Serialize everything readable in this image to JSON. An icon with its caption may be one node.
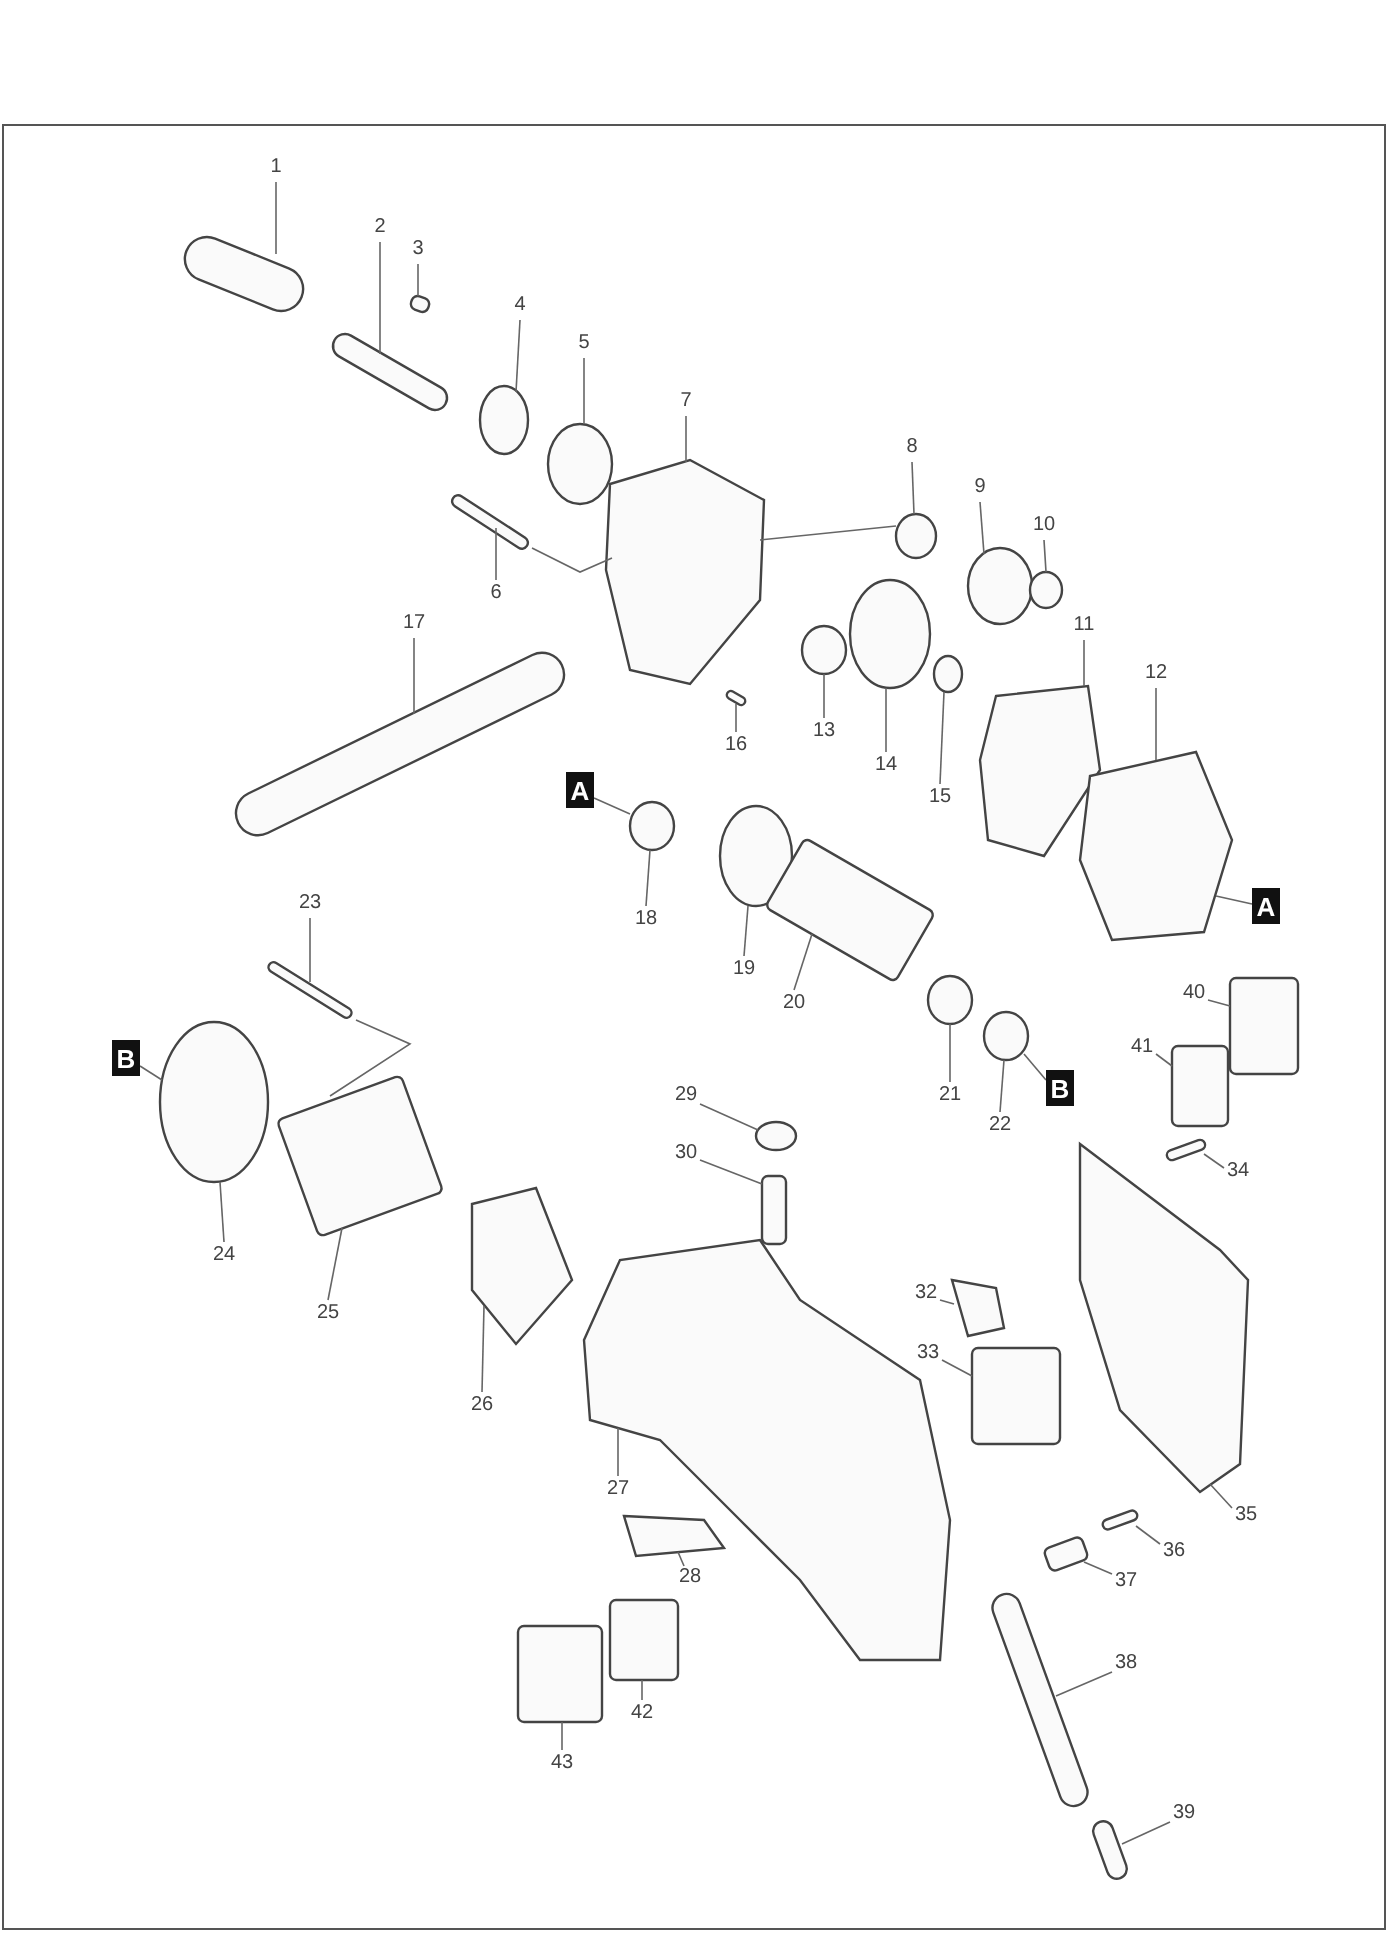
{
  "diagram": {
    "nodes": [
      {
        "text": [
          "1"
        ]
      },
      {
        "text": [
          "2"
        ]
      },
      {
        "text": [
          "3"
        ]
      },
      {
        "text": [
          "4"
        ]
      },
      {
        "text": [
          "5"
        ]
      },
      {
        "text": [
          "6"
        ]
      },
      {
        "text": [
          "7"
        ]
      },
      {
        "text": [
          "8"
        ]
      },
      {
        "text": [
          "9"
        ]
      },
      {
        "text": [
          "10"
        ]
      },
      {
        "text": [
          "11"
        ]
      },
      {
        "text": [
          "12"
        ]
      },
      {
        "text": [
          "13"
        ]
      },
      {
        "text": [
          "14"
        ]
      },
      {
        "text": [
          "15"
        ]
      },
      {
        "text": [
          "16"
        ]
      },
      {
        "text": [
          "17"
        ]
      },
      {
        "text": [
          "18"
        ]
      },
      {
        "text": [
          "19"
        ]
      },
      {
        "text": [
          "20"
        ]
      },
      {
        "text": [
          "21"
        ]
      },
      {
        "text": [
          "22"
        ]
      },
      {
        "text": [
          "23"
        ]
      },
      {
        "text": [
          "24"
        ]
      },
      {
        "text": [
          "25"
        ]
      },
      {
        "text": [
          "26"
        ]
      },
      {
        "text": [
          "27"
        ]
      },
      {
        "text": [
          "28"
        ]
      },
      {
        "text": [
          "29"
        ]
      },
      {
        "text": [
          "30"
        ]
      },
      {
        "text": [
          "32"
        ]
      },
      {
        "text": [
          "33"
        ]
      },
      {
        "text": [
          "34"
        ]
      },
      {
        "text": [
          "35"
        ]
      },
      {
        "text": [
          "36"
        ]
      },
      {
        "text": [
          "37"
        ]
      },
      {
        "text": [
          "38"
        ]
      },
      {
        "text": [
          "39"
        ]
      },
      {
        "text": [
          "40"
        ]
      },
      {
        "text": [
          "41"
        ]
      },
      {
        "text": [
          "42"
        ]
      },
      {
        "text": [
          "43"
        ]
      },
      {
        "text": [],
        "shape": "bar"
      },
      {
        "text": [],
        "shape": "bar"
      },
      {
        "text": [],
        "shape": "box"
      },
      {
        "text": [],
        "shape": "circle"
      },
      {
        "text": [],
        "shape": "circle"
      },
      {
        "text": [],
        "shape": "bar"
      },
      {
        "text": [],
        "shape": "picture"
      },
      {
        "text": [],
        "shape": "circle"
      },
      {
        "text": [],
        "shape": "circle"
      },
      {
        "text": [],
        "shape": "circle"
      },
      {
        "text": [],
        "shape": "picture"
      },
      {
        "text": [],
        "shape": "picture"
      },
      {
        "text": [],
        "shape": "circle"
      },
      {
        "text": [],
        "shape": "circle"
      },
      {
        "text": [],
        "shape": "circle"
      },
      {
        "text": [],
        "shape": "bar"
      },
      {
        "text": [],
        "shape": "bar"
      },
      {
        "text": [],
        "shape": "circle"
      },
      {
        "text": [],
        "shape": "circle"
      },
      {
        "text": [],
        "shape": "box"
      },
      {
        "text": [],
        "shape": "circle"
      },
      {
        "text": [],
        "shape": "circle"
      },
      {
        "text": [],
        "shape": "bar"
      },
      {
        "text": [],
        "shape": "circle"
      },
      {
        "text": [],
        "shape": "box"
      },
      {
        "text": [],
        "shape": "picture"
      },
      {
        "text": [],
        "shape": "picture"
      },
      {
        "text": [],
        "shape": "picture"
      },
      {
        "text": [],
        "shape": "circle"
      },
      {
        "text": [],
        "shape": "box"
      },
      {
        "text": [],
        "shape": "picture"
      },
      {
        "text": [],
        "shape": "box"
      },
      {
        "text": [],
        "shape": "bar"
      },
      {
        "text": [],
        "shape": "picture"
      },
      {
        "text": [],
        "shape": "bar"
      },
      {
        "text": [],
        "shape": "box"
      },
      {
        "text": [],
        "shape": "bar"
      },
      {
        "text": [],
        "shape": "bar"
      },
      {
        "text": [],
        "shape": "box"
      },
      {
        "text": [],
        "shape": "box"
      },
      {
        "text": [],
        "shape": "box"
      },
      {
        "text": [],
        "shape": "box"
      },
      {
        "text": [
          "A"
        ]
      },
      {
        "text": [
          "A"
        ]
      },
      {
        "text": [
          "B"
        ]
      },
      {
        "text": [
          "B"
        ]
      }
    ],
    "edges": [
      {
        "from": 0,
        "to": 42,
        "arrow": "none"
      },
      {
        "from": 1,
        "to": 43,
        "arrow": "none"
      },
      {
        "from": 2,
        "to": 44,
        "arrow": "none"
      },
      {
        "from": 3,
        "to": 45,
        "arrow": "none"
      },
      {
        "from": 4,
        "to": 46,
        "arrow": "none"
      },
      {
        "from": 5,
        "to": 47,
        "arrow": "none"
      },
      {
        "from": 6,
        "to": 48,
        "arrow": "none"
      },
      {
        "from": 7,
        "to": 49,
        "arrow": "none"
      },
      {
        "from": 8,
        "to": 50,
        "arrow": "none"
      },
      {
        "from": 9,
        "to": 51,
        "arrow": "none"
      },
      {
        "from": 10,
        "to": 52,
        "arrow": "none"
      },
      {
        "from": 11,
        "to": 53,
        "arrow": "none"
      },
      {
        "from": 12,
        "to": 54,
        "arrow": "none"
      },
      {
        "from": 13,
        "to": 55,
        "arrow": "none"
      },
      {
        "from": 14,
        "to": 56,
        "arrow": "none"
      },
      {
        "from": 15,
        "to": 57,
        "arrow": "none"
      },
      {
        "from": 16,
        "to": 58,
        "arrow": "none"
      },
      {
        "from": 17,
        "to": 59,
        "arrow": "none"
      },
      {
        "from": 18,
        "to": 60,
        "arrow": "none"
      },
      {
        "from": 19,
        "to": 61,
        "arrow": "none"
      },
      {
        "from": 20,
        "to": 62,
        "arrow": "none"
      },
      {
        "from": 21,
        "to": 63,
        "arrow": "none"
      },
      {
        "from": 22,
        "to": 64,
        "arrow": "none"
      },
      {
        "from": 23,
        "to": 65,
        "arrow": "none"
      },
      {
        "from": 24,
        "to": 66,
        "arrow": "none"
      },
      {
        "from": 25,
        "to": 67,
        "arrow": "none"
      },
      {
        "from": 26,
        "to": 68,
        "arrow": "none"
      },
      {
        "from": 27,
        "to": 69,
        "arrow": "none"
      },
      {
        "from": 28,
        "to": 70,
        "arrow": "none"
      },
      {
        "from": 29,
        "to": 71,
        "arrow": "none"
      },
      {
        "from": 30,
        "to": 72,
        "arrow": "none"
      },
      {
        "from": 31,
        "to": 73,
        "arrow": "none"
      },
      {
        "from": 32,
        "to": 74,
        "arrow": "none"
      },
      {
        "from": 33,
        "to": 75,
        "arrow": "none"
      },
      {
        "from": 34,
        "to": 76,
        "arrow": "none"
      },
      {
        "from": 35,
        "to": 77,
        "arrow": "none"
      },
      {
        "from": 36,
        "to": 78,
        "arrow": "none"
      },
      {
        "from": 37,
        "to": 79,
        "arrow": "none"
      },
      {
        "from": 38,
        "to": 80,
        "arrow": "none"
      },
      {
        "from": 39,
        "to": 81,
        "arrow": "none"
      },
      {
        "from": 40,
        "to": 82,
        "arrow": "none"
      },
      {
        "from": 41,
        "to": 83,
        "arrow": "none"
      },
      {
        "from": 84,
        "to": 59,
        "arrow": "none"
      },
      {
        "from": 85,
        "to": 53,
        "arrow": "none"
      },
      {
        "from": 86,
        "to": 65,
        "arrow": "none"
      },
      {
        "from": 87,
        "to": 63,
        "arrow": "none"
      },
      {
        "from": 47,
        "to": 48,
        "arrow": "none"
      },
      {
        "from": 48,
        "to": 49,
        "arrow": "none"
      },
      {
        "from": 64,
        "to": 66,
        "arrow": "none"
      }
    ]
  }
}
